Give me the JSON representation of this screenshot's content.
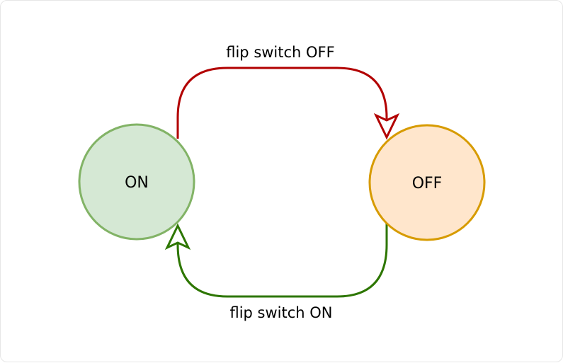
{
  "diagram": {
    "states": [
      {
        "id": "on",
        "label": "ON",
        "fill": "#d5e8d4",
        "stroke": "#82b366"
      },
      {
        "id": "off",
        "label": "OFF",
        "fill": "#ffe6cc",
        "stroke": "#d79b00"
      }
    ],
    "transitions": [
      {
        "from": "on",
        "to": "off",
        "label": "flip switch OFF",
        "color": "#b20000"
      },
      {
        "from": "off",
        "to": "on",
        "label": "flip switch ON",
        "color": "#2d7600"
      }
    ]
  }
}
